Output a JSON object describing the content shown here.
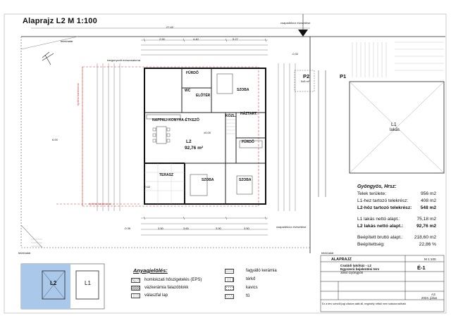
{
  "sheet": {
    "title": "Alaprajz L2  M 1:100"
  },
  "plan_labels": {
    "area_label": "L2",
    "area_value": "92,76 m²",
    "p2_label": "P2",
    "p2_sub": "5x5 m²",
    "p1_label": "P1",
    "l1_label": "L1",
    "l1_sub": "lakás",
    "rooms": [
      {
        "key": "furdo_small",
        "name": "FÜRDŐ"
      },
      {
        "key": "wc",
        "name": "WC"
      },
      {
        "key": "eloter",
        "name": "ELŐTÉR"
      },
      {
        "key": "szoba_top",
        "name": "SZOBA"
      },
      {
        "key": "nappali",
        "name": "NAPPALI-KONYHA-ÉTKEZŐ"
      },
      {
        "key": "kozl",
        "name": "KÖZL."
      },
      {
        "key": "haztart",
        "name": "HÁZTART."
      },
      {
        "key": "furdo",
        "name": "FÜRDŐ"
      },
      {
        "key": "terasz",
        "name": "TERASZ"
      },
      {
        "key": "szoba_bl",
        "name": "SZOBA"
      },
      {
        "key": "szoba_br",
        "name": "SZOBA"
      }
    ],
    "notes": [
      "csapadékvíz elvezetése",
      "telekhatár",
      "hargonyzott ereszcsatorna",
      "telekhatár",
      "építési határvonal",
      "építési határvonal",
      "csapadékvíz elvezetése",
      "telekhatár"
    ],
    "dims_top": [
      "27.42",
      "6.00",
      "4.40",
      "5.27",
      "2.59"
    ],
    "dims_bottom": [
      "3.50",
      "3.60",
      "3.90",
      "3.50"
    ],
    "levels": [
      "±0.00",
      "-0.32",
      "-0.36",
      "-0.02"
    ]
  },
  "site_info": {
    "heading": "Gyöngyös, Hrsz:",
    "rows": [
      {
        "label": "Telek területe:",
        "value": "956 m2",
        "bold": false
      },
      {
        "label": "L1-hez tartozó telekrész:",
        "value": "408 m2",
        "bold": false
      },
      {
        "label": "L2-höz tartozó telekrész:",
        "value": "548 m2",
        "bold": true
      },
      {
        "label": "L1 lakás nettó alapt.:",
        "value": "75,18 m2",
        "bold": false
      },
      {
        "label": "L2 lakás nettó alapt.:",
        "value": "92,76 m2",
        "bold": true
      },
      {
        "label": "Beépített bruttó alapt.:",
        "value": "218,60 m2",
        "bold": false
      },
      {
        "label": "Beépítettség:",
        "value": "22,86 %",
        "bold": false
      }
    ]
  },
  "legend": {
    "title": "Anyagjelölés:",
    "items_left": [
      {
        "label": "homlokzati hőszigetelés (EPS)"
      },
      {
        "label": "vázkerámia falazóblokk"
      },
      {
        "label": "válaszfal lap"
      }
    ],
    "items_right": [
      {
        "label": "fagyálló kerámia"
      },
      {
        "label": "térkő"
      },
      {
        "label": "kavics"
      },
      {
        "label": "fű"
      }
    ]
  },
  "keyplan": {
    "l2": "L2",
    "l1": "L1"
  },
  "title_block": {
    "drawing_title": "ALAPRAJZ",
    "scale": "M 1:100",
    "project_line1": "Családi lakóház - L2",
    "project_line2": "Egyszerű bejelentési terv",
    "project_line3": "3084 Gyöngyös",
    "sheet_no": "É-1",
    "paper": "A3",
    "date": "2024. július",
    "footer": "Ez a terv szerzői jogi oltalom alatt áll, engedély nélkül nem sokszorosítható"
  },
  "colors": {
    "line": "#222222",
    "grid": "#777777",
    "red": "#d23b3b",
    "keyplan_fill": "#a9c8ea"
  }
}
